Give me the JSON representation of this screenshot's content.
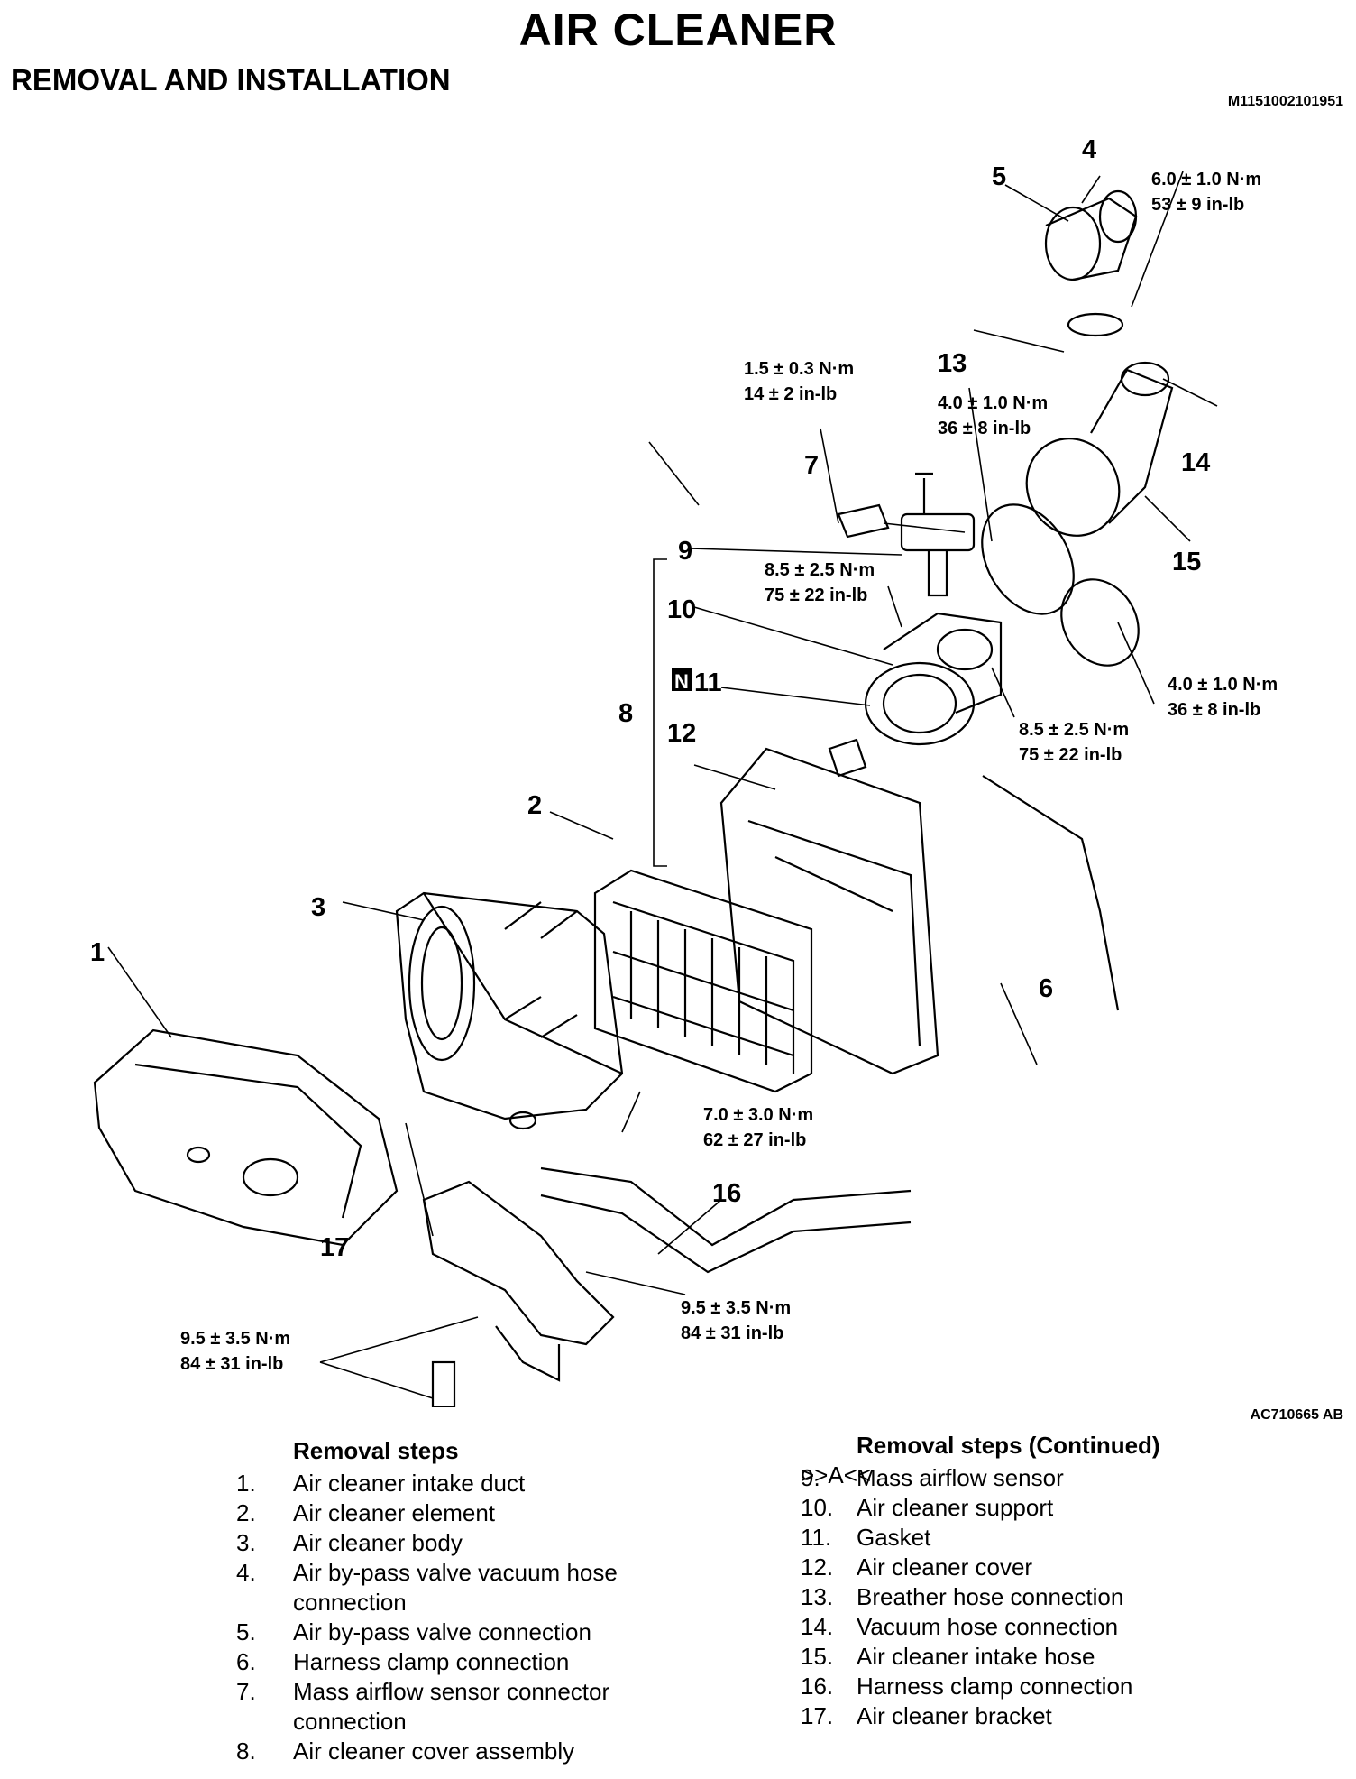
{
  "header": {
    "title": "AIR CLEANER",
    "subtitle": "REMOVAL AND INSTALLATION",
    "doc_code": "M1151002101951"
  },
  "figure": {
    "figure_code": "AC710665 AB",
    "callouts": [
      "1",
      "2",
      "3",
      "4",
      "5",
      "6",
      "7",
      "8",
      "9",
      "10",
      "11",
      "12",
      "13",
      "14",
      "15",
      "16",
      "17"
    ],
    "n_mark": "N",
    "torques": [
      {
        "nm": "6.0 ± 1.0 N·m",
        "inlb": "53 ± 9 in-lb"
      },
      {
        "nm": "1.5 ± 0.3 N·m",
        "inlb": "14 ± 2 in-lb"
      },
      {
        "nm": "4.0 ± 1.0 N·m",
        "inlb": "36 ± 8 in-lb"
      },
      {
        "nm": "8.5 ± 2.5 N·m",
        "inlb": "75 ± 22 in-lb"
      },
      {
        "nm": "4.0 ± 1.0 N·m",
        "inlb": "36 ± 8 in-lb"
      },
      {
        "nm": "8.5 ± 2.5 N·m",
        "inlb": "75 ± 22 in-lb"
      },
      {
        "nm": "7.0 ± 3.0 N·m",
        "inlb": "62 ± 27 in-lb"
      },
      {
        "nm": "9.5 ± 3.5 N·m",
        "inlb": "84 ± 31 in-lb"
      },
      {
        "nm": "9.5 ± 3.5 N·m",
        "inlb": "84 ± 31 in-lb"
      }
    ]
  },
  "removal_steps": {
    "heading": "Removal steps",
    "items": [
      {
        "num": "1.",
        "text": "Air cleaner intake duct"
      },
      {
        "num": "2.",
        "text": "Air cleaner element"
      },
      {
        "num": "3.",
        "text": "Air cleaner body"
      },
      {
        "num": "4.",
        "text": "Air by-pass valve vacuum hose connection"
      },
      {
        "num": "5.",
        "text": "Air by-pass valve connection"
      },
      {
        "num": "6.",
        "text": "Harness clamp connection"
      },
      {
        "num": "7.",
        "text": "Mass airflow sensor connector connection"
      },
      {
        "num": "8.",
        "text": "Air cleaner cover assembly"
      }
    ]
  },
  "removal_steps_continued": {
    "heading": "Removal steps (Continued)",
    "mark": ">>A<<",
    "items": [
      {
        "num": "9.",
        "text": "Mass airflow sensor"
      },
      {
        "num": "10.",
        "text": "Air cleaner support"
      },
      {
        "num": "11.",
        "text": "Gasket"
      },
      {
        "num": "12.",
        "text": "Air cleaner cover"
      },
      {
        "num": "13.",
        "text": "Breather hose connection"
      },
      {
        "num": "14.",
        "text": "Vacuum hose connection"
      },
      {
        "num": "15.",
        "text": "Air cleaner intake hose"
      },
      {
        "num": "16.",
        "text": "Harness clamp connection"
      },
      {
        "num": "17.",
        "text": "Air cleaner bracket"
      }
    ]
  }
}
